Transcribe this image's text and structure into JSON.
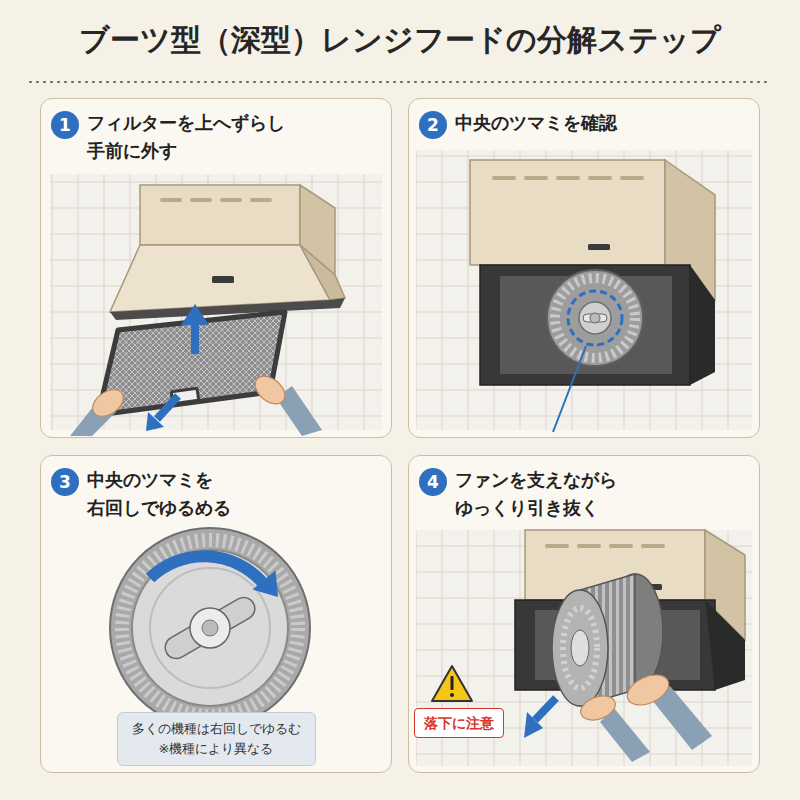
{
  "diagram": {
    "title": "ブーツ型（深型）レンジフードの分解ステップ",
    "nodes": [
      {
        "text": [
          "フィルターを上へずらし 手前に外す"
        ]
      },
      {
        "text": [
          "1"
        ],
        "in": 0
      },
      {
        "text": [
          "中央のツマミを確認"
        ]
      },
      {
        "text": [
          "2"
        ],
        "in": 2
      },
      {
        "text": [
          "中央のツマミを 右回しでゆるめる"
        ]
      },
      {
        "text": [
          "3"
        ],
        "in": 4
      },
      {
        "text": [
          "多くの機種は右回しでゆるむ",
          "※機種により異なる"
        ],
        "in": 4
      },
      {
        "text": [
          "ファンを支えながら ゆっくり引き抜く"
        ]
      },
      {
        "text": [
          "4"
        ],
        "in": 7
      },
      {
        "text": [
          "落下に注意"
        ],
        "in": 7
      }
    ]
  }
}
